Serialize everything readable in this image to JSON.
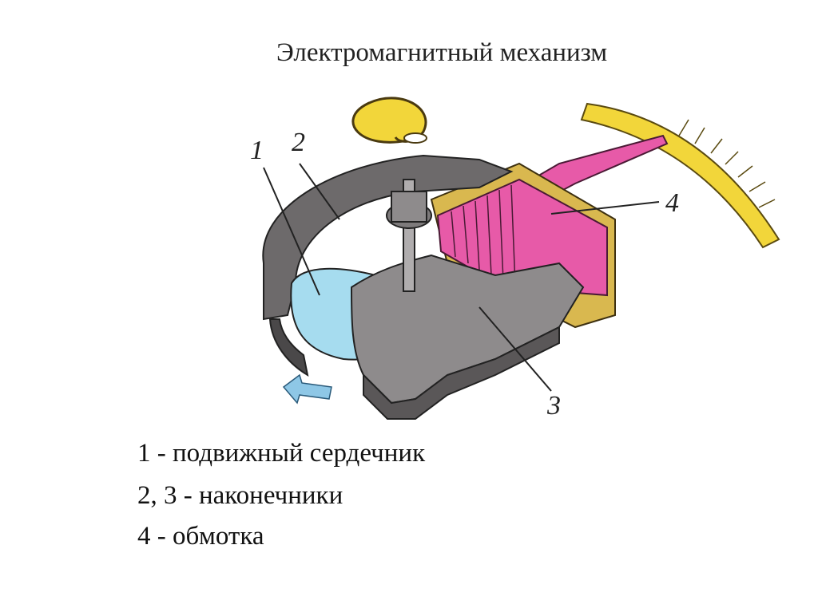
{
  "title": "Электромагнитный механизм",
  "callouts": {
    "n1": "1",
    "n2": "2",
    "n3": "3",
    "n4": "4"
  },
  "legend": [
    "1 - подвижный сердечник",
    "2, 3 - наконечники",
    "4 - обмотка"
  ],
  "colors": {
    "core": "#a6dcef",
    "coil": "#e75aa8",
    "scale": "#f2d63a",
    "iron": "#6d6a6b",
    "frame": "#d9b84f"
  }
}
